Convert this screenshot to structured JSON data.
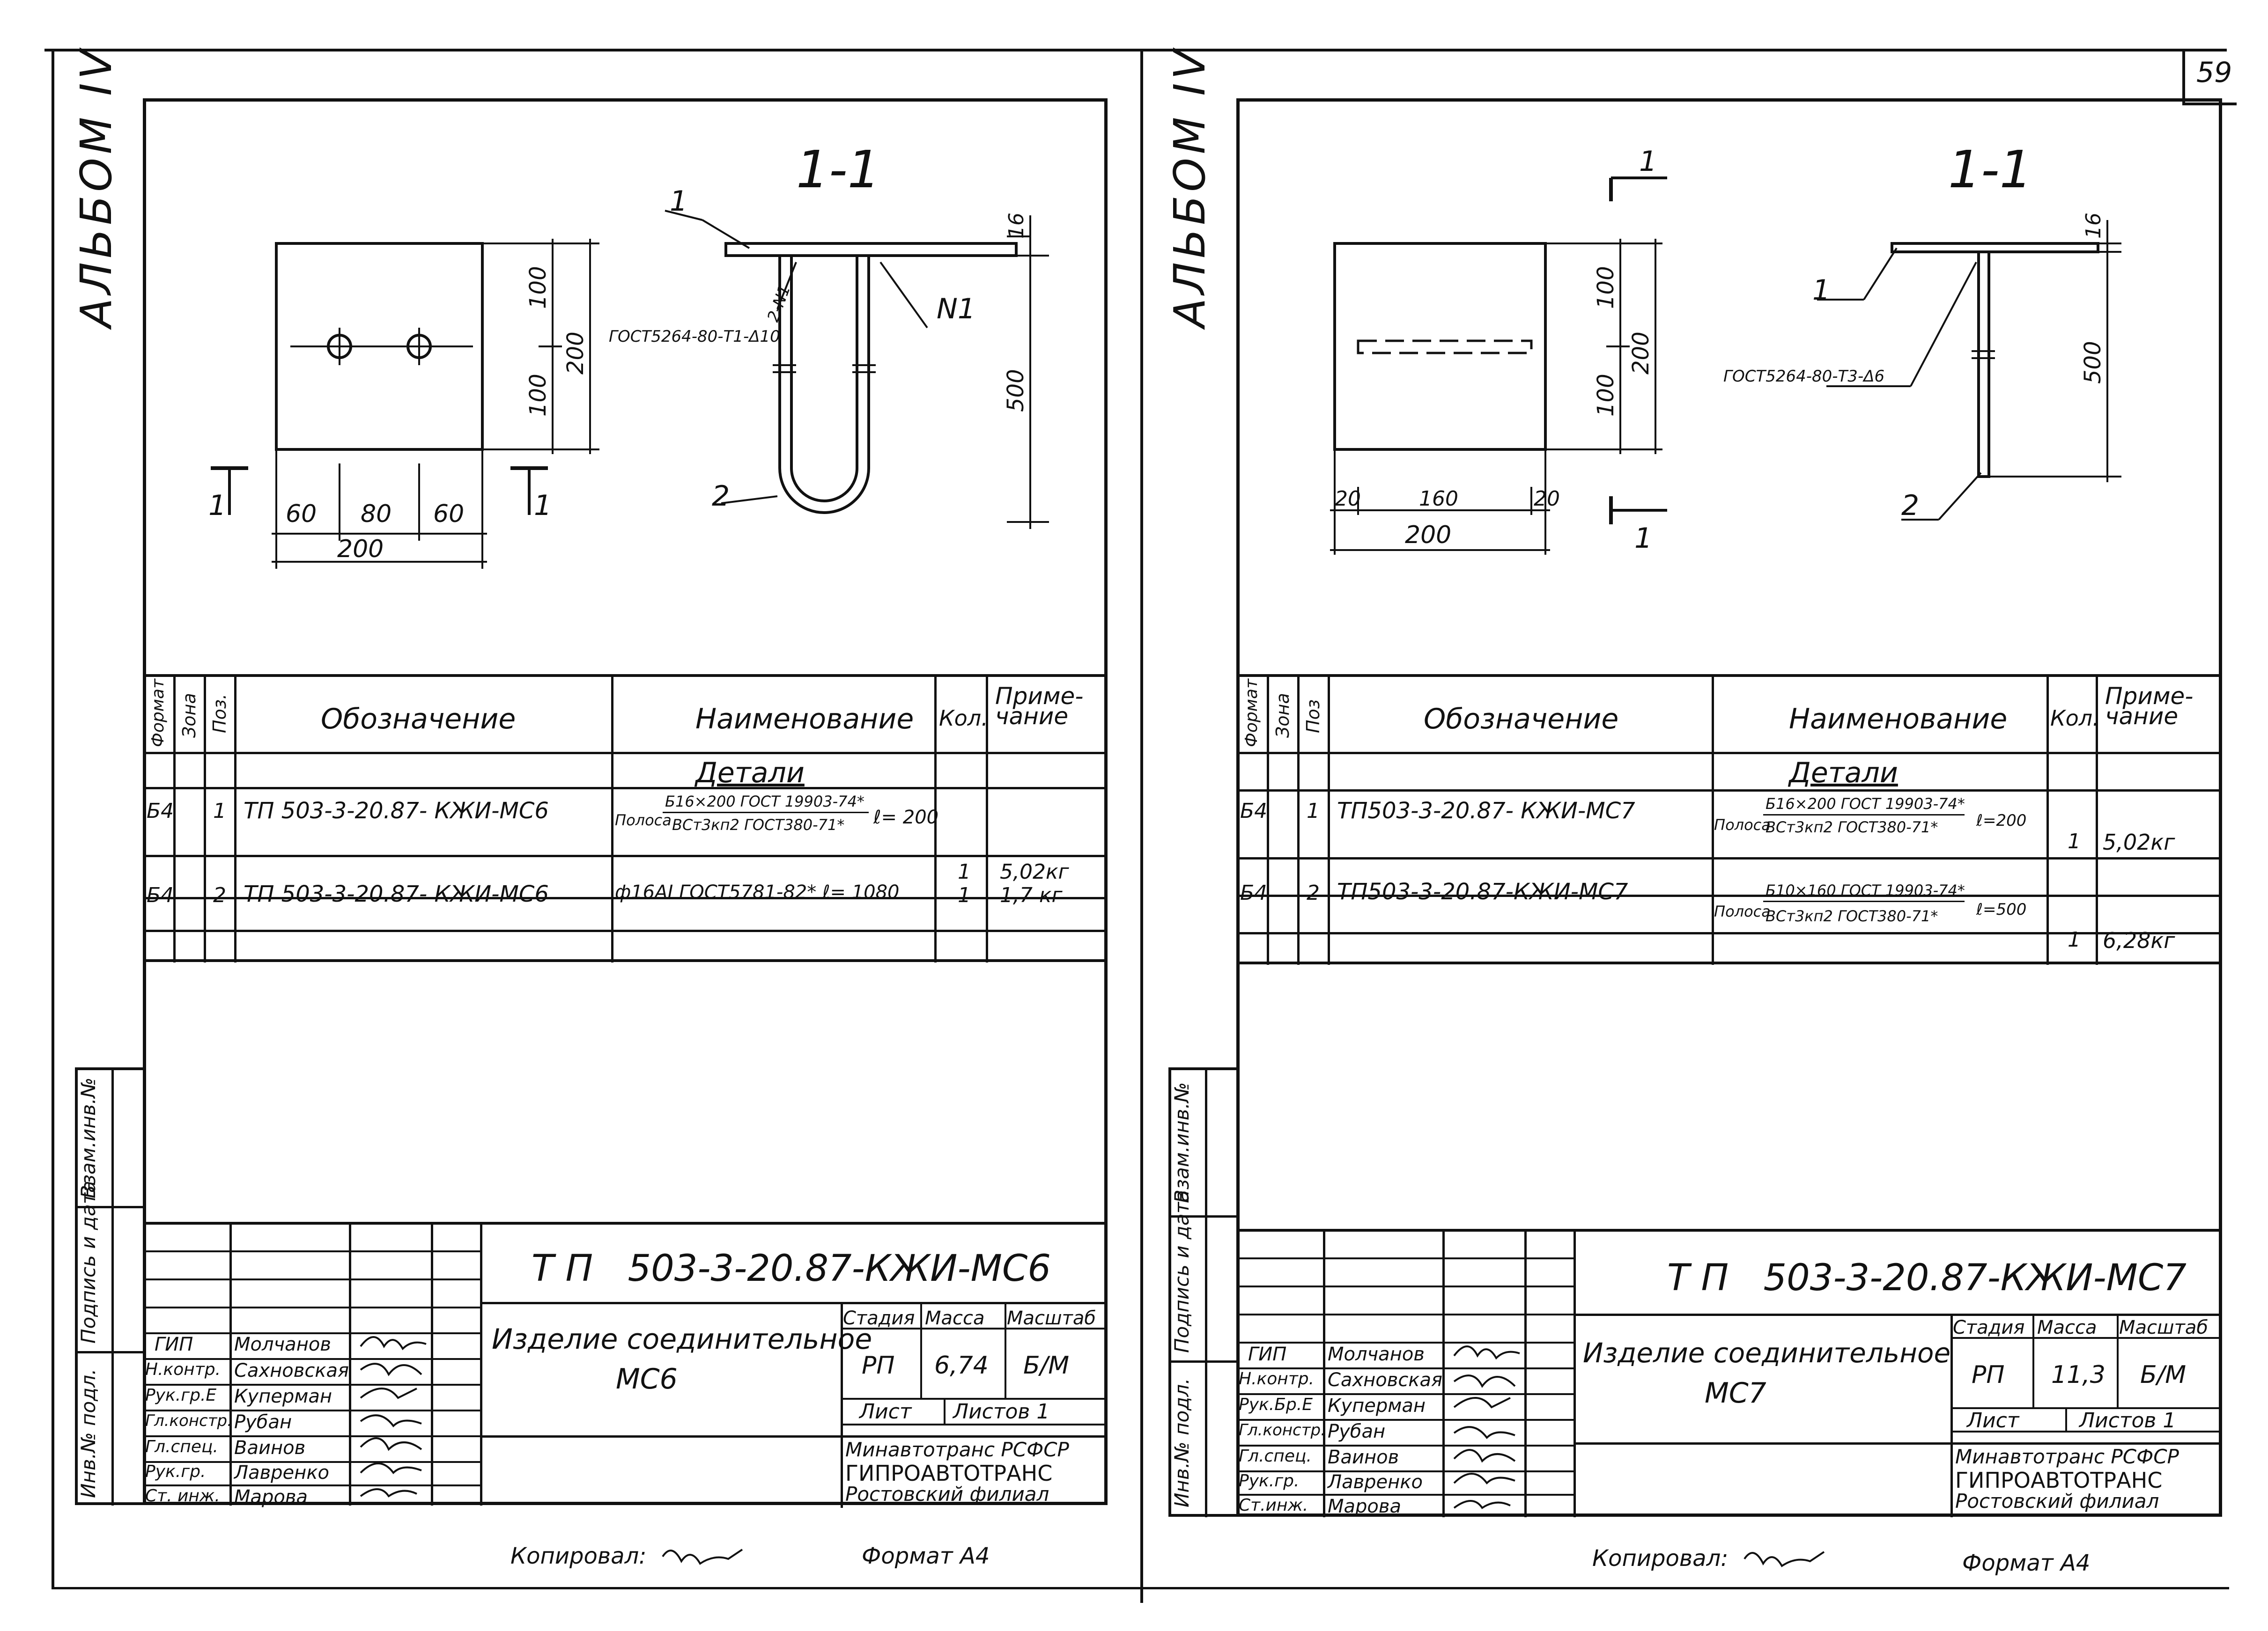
{
  "page_number": "59",
  "sheets": [
    {
      "album": "АЛЬБОМ IV",
      "section": "1-1",
      "dims": {
        "w200": "200",
        "d60a": "60",
        "d80": "80",
        "d60b": "60",
        "h100a": "100",
        "h100b": "100",
        "h200": "200",
        "t16": "16",
        "l500": "500"
      },
      "weld": "ГОСТ5264-80-Т1-Δ10",
      "weld2": "2-N1",
      "labels": {
        "p1": "1",
        "p2": "2",
        "n1": "N1",
        "cut": "1"
      },
      "spec_headers": {
        "format": "Формат",
        "zone": "Зона",
        "pos": "Поз.",
        "designation": "Обозначение",
        "name": "Наименование",
        "qty": "Кол.",
        "note": "Приме-\nчание"
      },
      "spec_section": "Детали",
      "rows": [
        {
          "format": "Б4",
          "pos": "1",
          "designation": "ТП 503-3-20.87- КЖИ-МС6",
          "name_prefix": "Полоса",
          "name_top": "Б16×200 ГОСТ 19903-74*",
          "name_bot": "ВСт3кп2 ГОСТ380-71*",
          "len": "ℓ= 200",
          "qty": "1",
          "note": "5,02кг"
        },
        {
          "format": "Б4",
          "pos": "2",
          "designation": "ТП 503-3-20.87- КЖИ-МС6",
          "name_full": "ф16АI ГОСТ5781-82* ℓ= 1080",
          "qty": "1",
          "note": "1,7 кг"
        }
      ],
      "doc_code": "Т П   503-3-20.87-КЖИ-МС6",
      "product": [
        "Изделие соединительное",
        "МС6"
      ],
      "stage_label": "Стадия",
      "mass_label": "Масса",
      "scale_label": "Масштаб",
      "stage": "РП",
      "mass": "6,74",
      "scale": "Б/М",
      "sheet_label": "Лист",
      "sheets_label": "Листов 1",
      "org": [
        "Минавтотранс РСФСР",
        "ГИПРОАВТОТРАНС",
        "Ростовский филиал"
      ],
      "staff": [
        {
          "role": "ГИП",
          "name": "Молчанов"
        },
        {
          "role": "Н.контр.",
          "name": "Сахновская"
        },
        {
          "role": "Рук.гр.Е",
          "name": "Куперман"
        },
        {
          "role": "Гл.констр.",
          "name": "Рубан"
        },
        {
          "role": "Гл.спец.",
          "name": "Ваинов"
        },
        {
          "role": "Рук.гр.",
          "name": "Лавренко"
        },
        {
          "role": "Ст. инж.",
          "name": "Марова"
        }
      ],
      "side_labels": [
        "Инв.№ подл.",
        "Подпись и дата",
        "Взам.инв.№"
      ],
      "copied": "Копировал:",
      "format": "Формат А4"
    },
    {
      "album": "АЛЬБОМ IV",
      "section": "1-1",
      "dims": {
        "w200": "200",
        "d20": "20",
        "d160": "160",
        "d20b": "20",
        "h100a": "100",
        "h100b": "100",
        "h200": "200",
        "t16": "16",
        "l500": "500"
      },
      "weld": "ГОСТ5264-80-Т3-Δ6",
      "labels": {
        "p1": "1",
        "p2": "2",
        "cut": "1"
      },
      "spec_headers": {
        "format": "Формат",
        "zone": "Зона",
        "pos": "Поз",
        "designation": "Обозначение",
        "name": "Наименование",
        "qty": "Кол.",
        "note": "Приме-\nчание"
      },
      "spec_section": "Детали",
      "rows": [
        {
          "format": "Б4",
          "pos": "1",
          "designation": "ТП503-3-20.87- КЖИ-МС7",
          "name_prefix": "Полоса",
          "name_top": "Б16×200 ГОСТ 19903-74*",
          "name_bot": "ВСт3кп2 ГОСТ380-71*",
          "len": "ℓ=200",
          "qty": "1",
          "note": "5,02кг"
        },
        {
          "format": "Б4",
          "pos": "2",
          "designation": "ТП503-3-20.87-КЖИ-МС7",
          "name_prefix": "Полоса",
          "name_top": "Б10×160 ГОСТ 19903-74*",
          "name_bot": "ВСт3кп2 ГОСТ380-71*",
          "len": "ℓ=500",
          "qty": "1",
          "note": "6,28кг"
        }
      ],
      "doc_code": "Т П   503-3-20.87-КЖИ-МС7",
      "product": [
        "Изделие соединительное",
        "МС7"
      ],
      "stage_label": "Стадия",
      "mass_label": "Масса",
      "scale_label": "Масштаб",
      "stage": "РП",
      "mass": "11,3",
      "scale": "Б/М",
      "sheet_label": "Лист",
      "sheets_label": "Листов 1",
      "org": [
        "Минавтотранс РСФСР",
        "ГИПРОАВТОТРАНС",
        "Ростовский филиал"
      ],
      "staff": [
        {
          "role": "ГИП",
          "name": "Молчанов"
        },
        {
          "role": "Н.контр.",
          "name": "Сахновская"
        },
        {
          "role": "Рук.Бр.Е",
          "name": "Куперман"
        },
        {
          "role": "Гл.констр.",
          "name": "Рубан"
        },
        {
          "role": "Гл.спец.",
          "name": "Ваинов"
        },
        {
          "role": "Рук.гр.",
          "name": "Лавренко"
        },
        {
          "role": "Ст.инж.",
          "name": "Марова"
        }
      ],
      "side_labels": [
        "Инв.№ подл.",
        "Подпись и дата",
        "Взам.инв.№"
      ],
      "copied": "Копировал:",
      "format": "Формат А4"
    }
  ]
}
